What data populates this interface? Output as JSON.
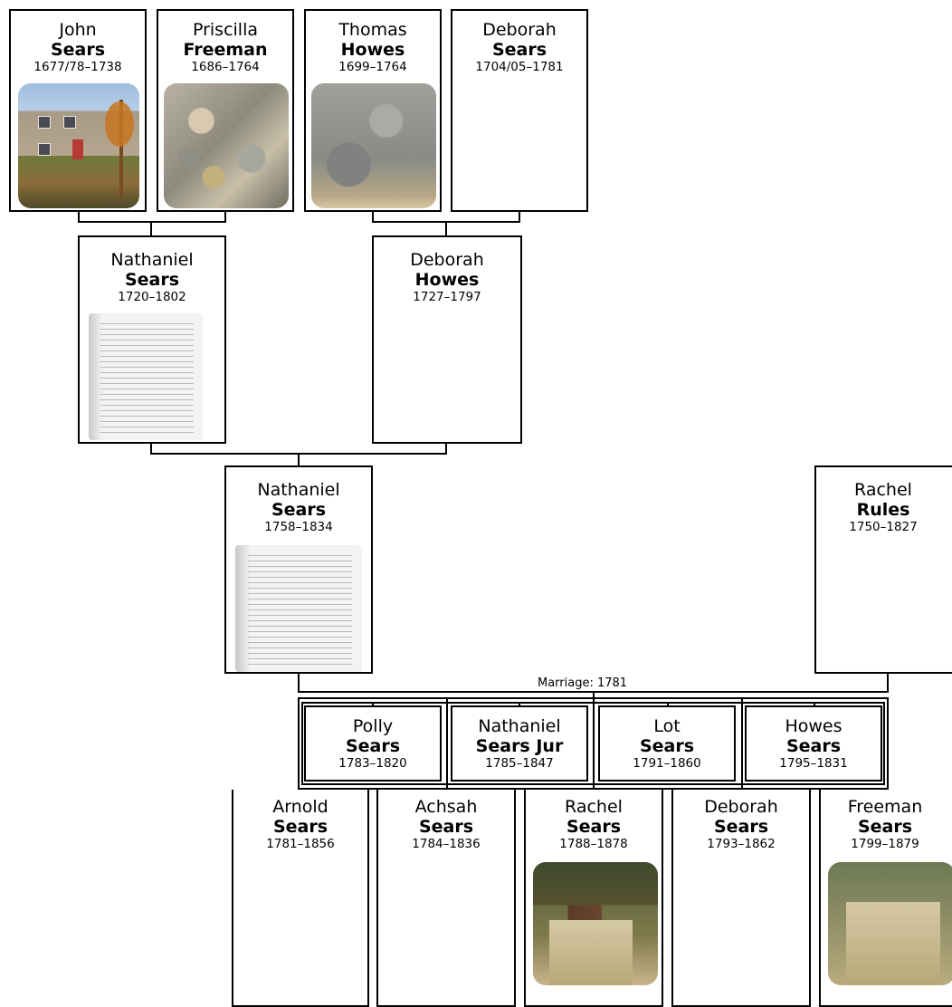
{
  "people": {
    "john_sears": {
      "first": "John",
      "last": "Sears",
      "dates": "1677/78–1738"
    },
    "priscilla_freeman": {
      "first": "Priscilla",
      "last": "Freeman",
      "dates": "1686–1764"
    },
    "thomas_howes": {
      "first": "Thomas",
      "last": "Howes",
      "dates": "1699–1764"
    },
    "deborah_sears_1704": {
      "first": "Deborah",
      "last": "Sears",
      "dates": "1704/05–1781"
    },
    "nathaniel_sears_1720": {
      "first": "Nathaniel",
      "last": "Sears",
      "dates": "1720–1802"
    },
    "deborah_howes": {
      "first": "Deborah",
      "last": "Howes",
      "dates": "1727–1797"
    },
    "nathaniel_sears_1758": {
      "first": "Nathaniel",
      "last": "Sears",
      "dates": "1758–1834"
    },
    "rachel_rules": {
      "first": "Rachel",
      "last": "Rules",
      "dates": "1750–1827"
    },
    "polly_sears": {
      "first": "Polly",
      "last": "Sears",
      "dates": "1783–1820"
    },
    "nathaniel_sears_jur": {
      "first": "Nathaniel",
      "last": "Sears Jur",
      "dates": "1785–1847"
    },
    "lot_sears": {
      "first": "Lot",
      "last": "Sears",
      "dates": "1791–1860"
    },
    "howes_sears": {
      "first": "Howes",
      "last": "Sears",
      "dates": "1795–1831"
    },
    "arnold_sears": {
      "first": "Arnold",
      "last": "Sears",
      "dates": "1781–1856"
    },
    "achsah_sears": {
      "first": "Achsah",
      "last": "Sears",
      "dates": "1784–1836"
    },
    "rachel_sears": {
      "first": "Rachel",
      "last": "Sears",
      "dates": "1788–1878"
    },
    "deborah_sears_1793": {
      "first": "Deborah",
      "last": "Sears",
      "dates": "1793–1862"
    },
    "freeman_sears": {
      "first": "Freeman",
      "last": "Sears",
      "dates": "1799–1879"
    }
  },
  "marriage_label": "Marriage: 1781"
}
